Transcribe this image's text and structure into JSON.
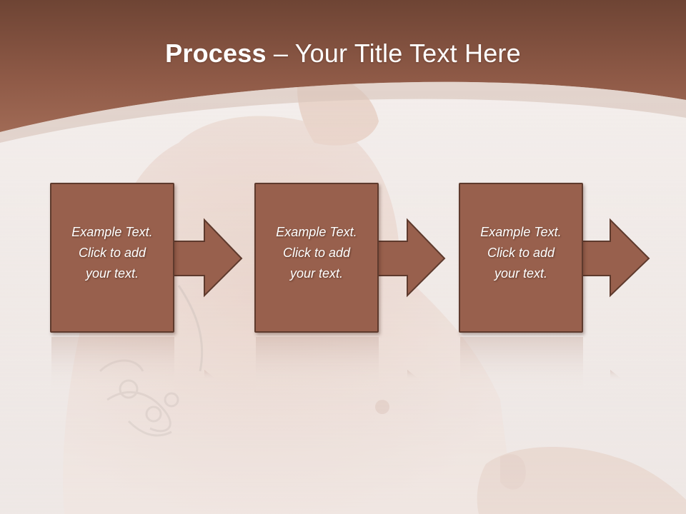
{
  "title": {
    "strong": "Process",
    "separator": " – ",
    "rest": "Your Title Text Here"
  },
  "steps": [
    {
      "line1": "Example Text.",
      "line2": "Click  to add",
      "line3": "your text."
    },
    {
      "line1": "Example Text.",
      "line2": "Click  to add",
      "line3": "your text."
    },
    {
      "line1": "Example Text.",
      "line2": "Click  to add",
      "line3": "your text."
    }
  ],
  "colors": {
    "header_brown": "#8f5a47",
    "box_fill": "#98604d",
    "box_border": "#5e3a2d",
    "text": "#ffffff"
  },
  "icons": [
    "right-arrow-icon"
  ]
}
